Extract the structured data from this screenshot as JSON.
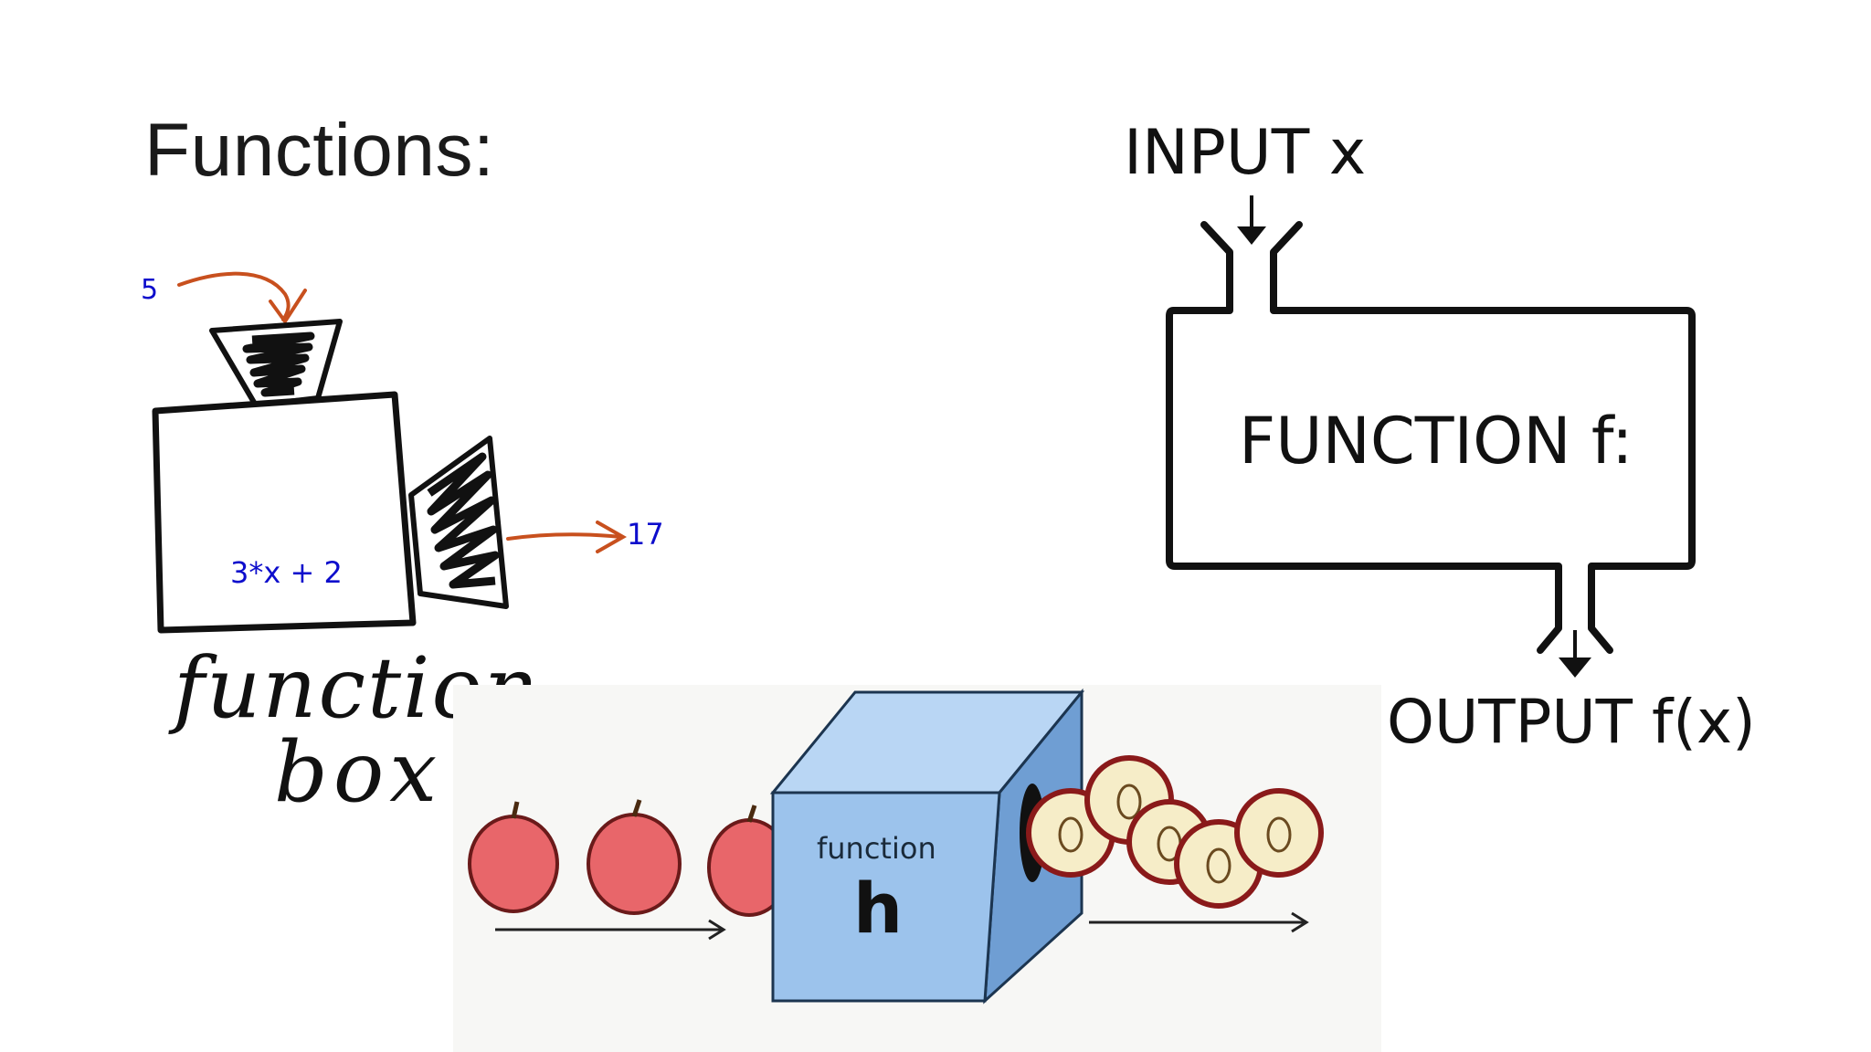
{
  "slide": {
    "title": "Functions:"
  },
  "function_box_sketch": {
    "input_value": "5",
    "output_value": "17",
    "expression": "3*x + 2",
    "caption_line1": "function",
    "caption_line2": "box"
  },
  "function_diagram": {
    "input_label": "INPUT x",
    "function_label": "FUNCTION f:",
    "output_label": "OUTPUT f(x)"
  },
  "apple_illustration": {
    "box_word": "function",
    "box_letter": "h"
  },
  "colors": {
    "hand_arrow": "#c8501e",
    "handwritten_number": "#0d0dcc",
    "cube_front": "#9cc3ec",
    "cube_top": "#b9d6f4",
    "cube_side": "#6f9ed3",
    "apple_red": "#e8666a",
    "apple_inner": "#f6edc8"
  }
}
